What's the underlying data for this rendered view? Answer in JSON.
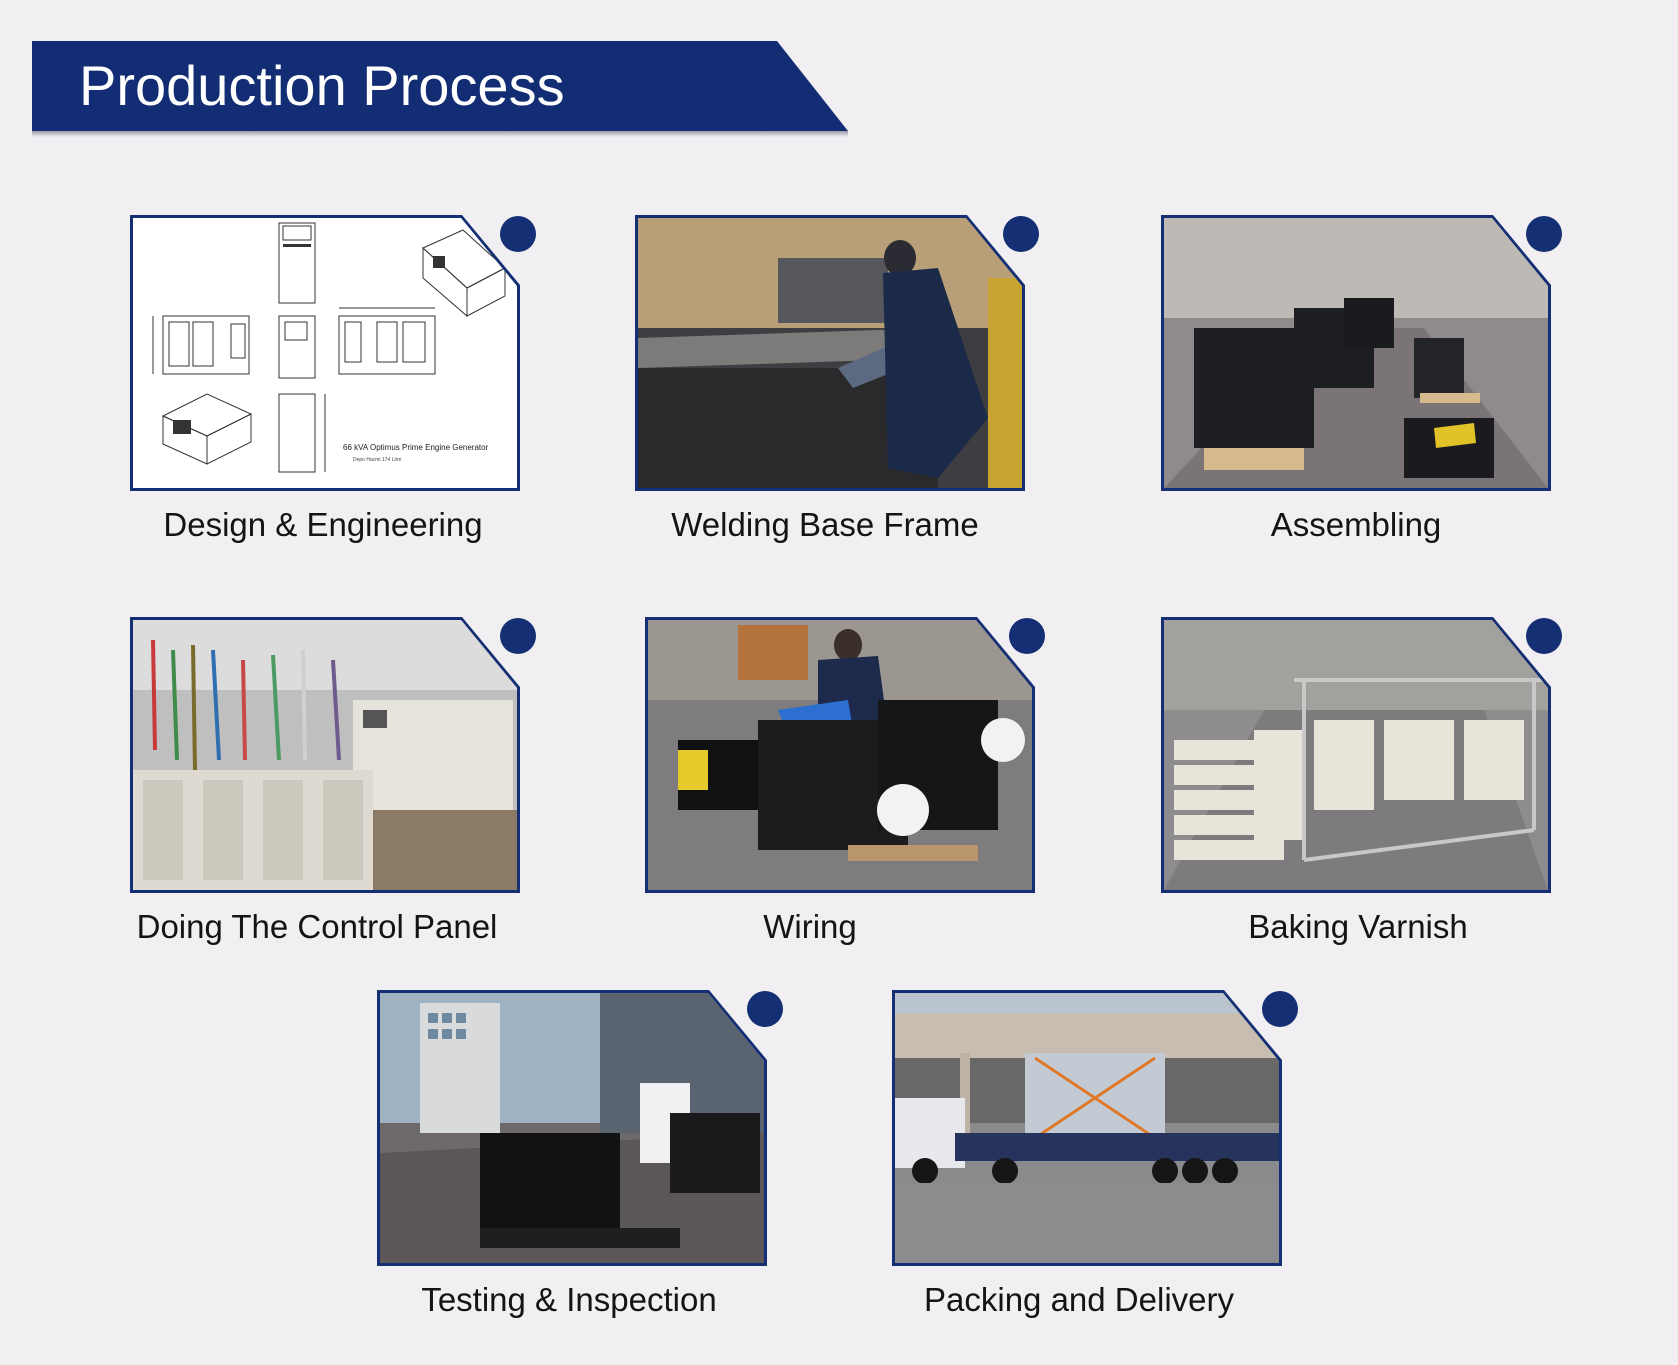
{
  "header": {
    "title": "Production Process"
  },
  "steps": [
    {
      "label": "Design & Engineering"
    },
    {
      "label": "Welding Base Frame"
    },
    {
      "label": "Assembling"
    },
    {
      "label": "Doing The Control Panel"
    },
    {
      "label": "Wiring"
    },
    {
      "label": "Baking Varnish"
    },
    {
      "label": "Testing & Inspection"
    },
    {
      "label": "Packing and Delivery"
    }
  ],
  "drawing_text": {
    "title": "66 kVA Optimus Prime Engine Generator",
    "subtitle": "Depo Hacmi 174 Litre"
  },
  "colors": {
    "accent": "#142f73",
    "background": "#f1eff2",
    "text": "#141414"
  }
}
